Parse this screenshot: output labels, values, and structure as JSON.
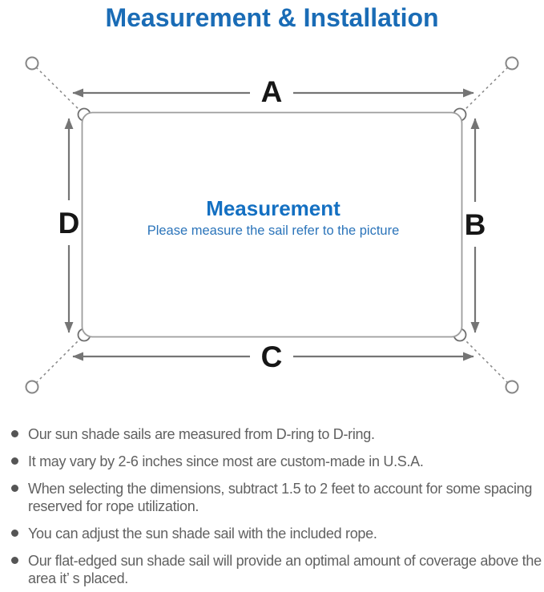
{
  "title": "Measurement & Installation",
  "title_color": "#1a6cb6",
  "diagram": {
    "labels": {
      "top": "A",
      "right": "B",
      "bottom": "C",
      "left": "D"
    },
    "center_heading": "Measurement",
    "center_subtitle": "Please measure the sail refer to the picture",
    "colors": {
      "arrow_gray": "#757575",
      "sail_border_gray": "#9d9d9d",
      "anchor_gray": "#868686",
      "heading_blue": "#1470c2",
      "subtitle_blue": "#2b74ba",
      "letter_black": "#161616"
    }
  },
  "notes": [
    "Our sun shade sails are measured from D-ring to D-ring.",
    "It may vary by 2-6 inches since most are custom-made in U.S.A.",
    "When selecting the dimensions, subtract 1.5 to 2 feet to account for some spacing reserved for rope utilization.",
    "You can adjust the sun shade sail with the included rope.",
    "Our flat-edged sun shade sail will provide an optimal amount of coverage above the area it’ s placed."
  ]
}
